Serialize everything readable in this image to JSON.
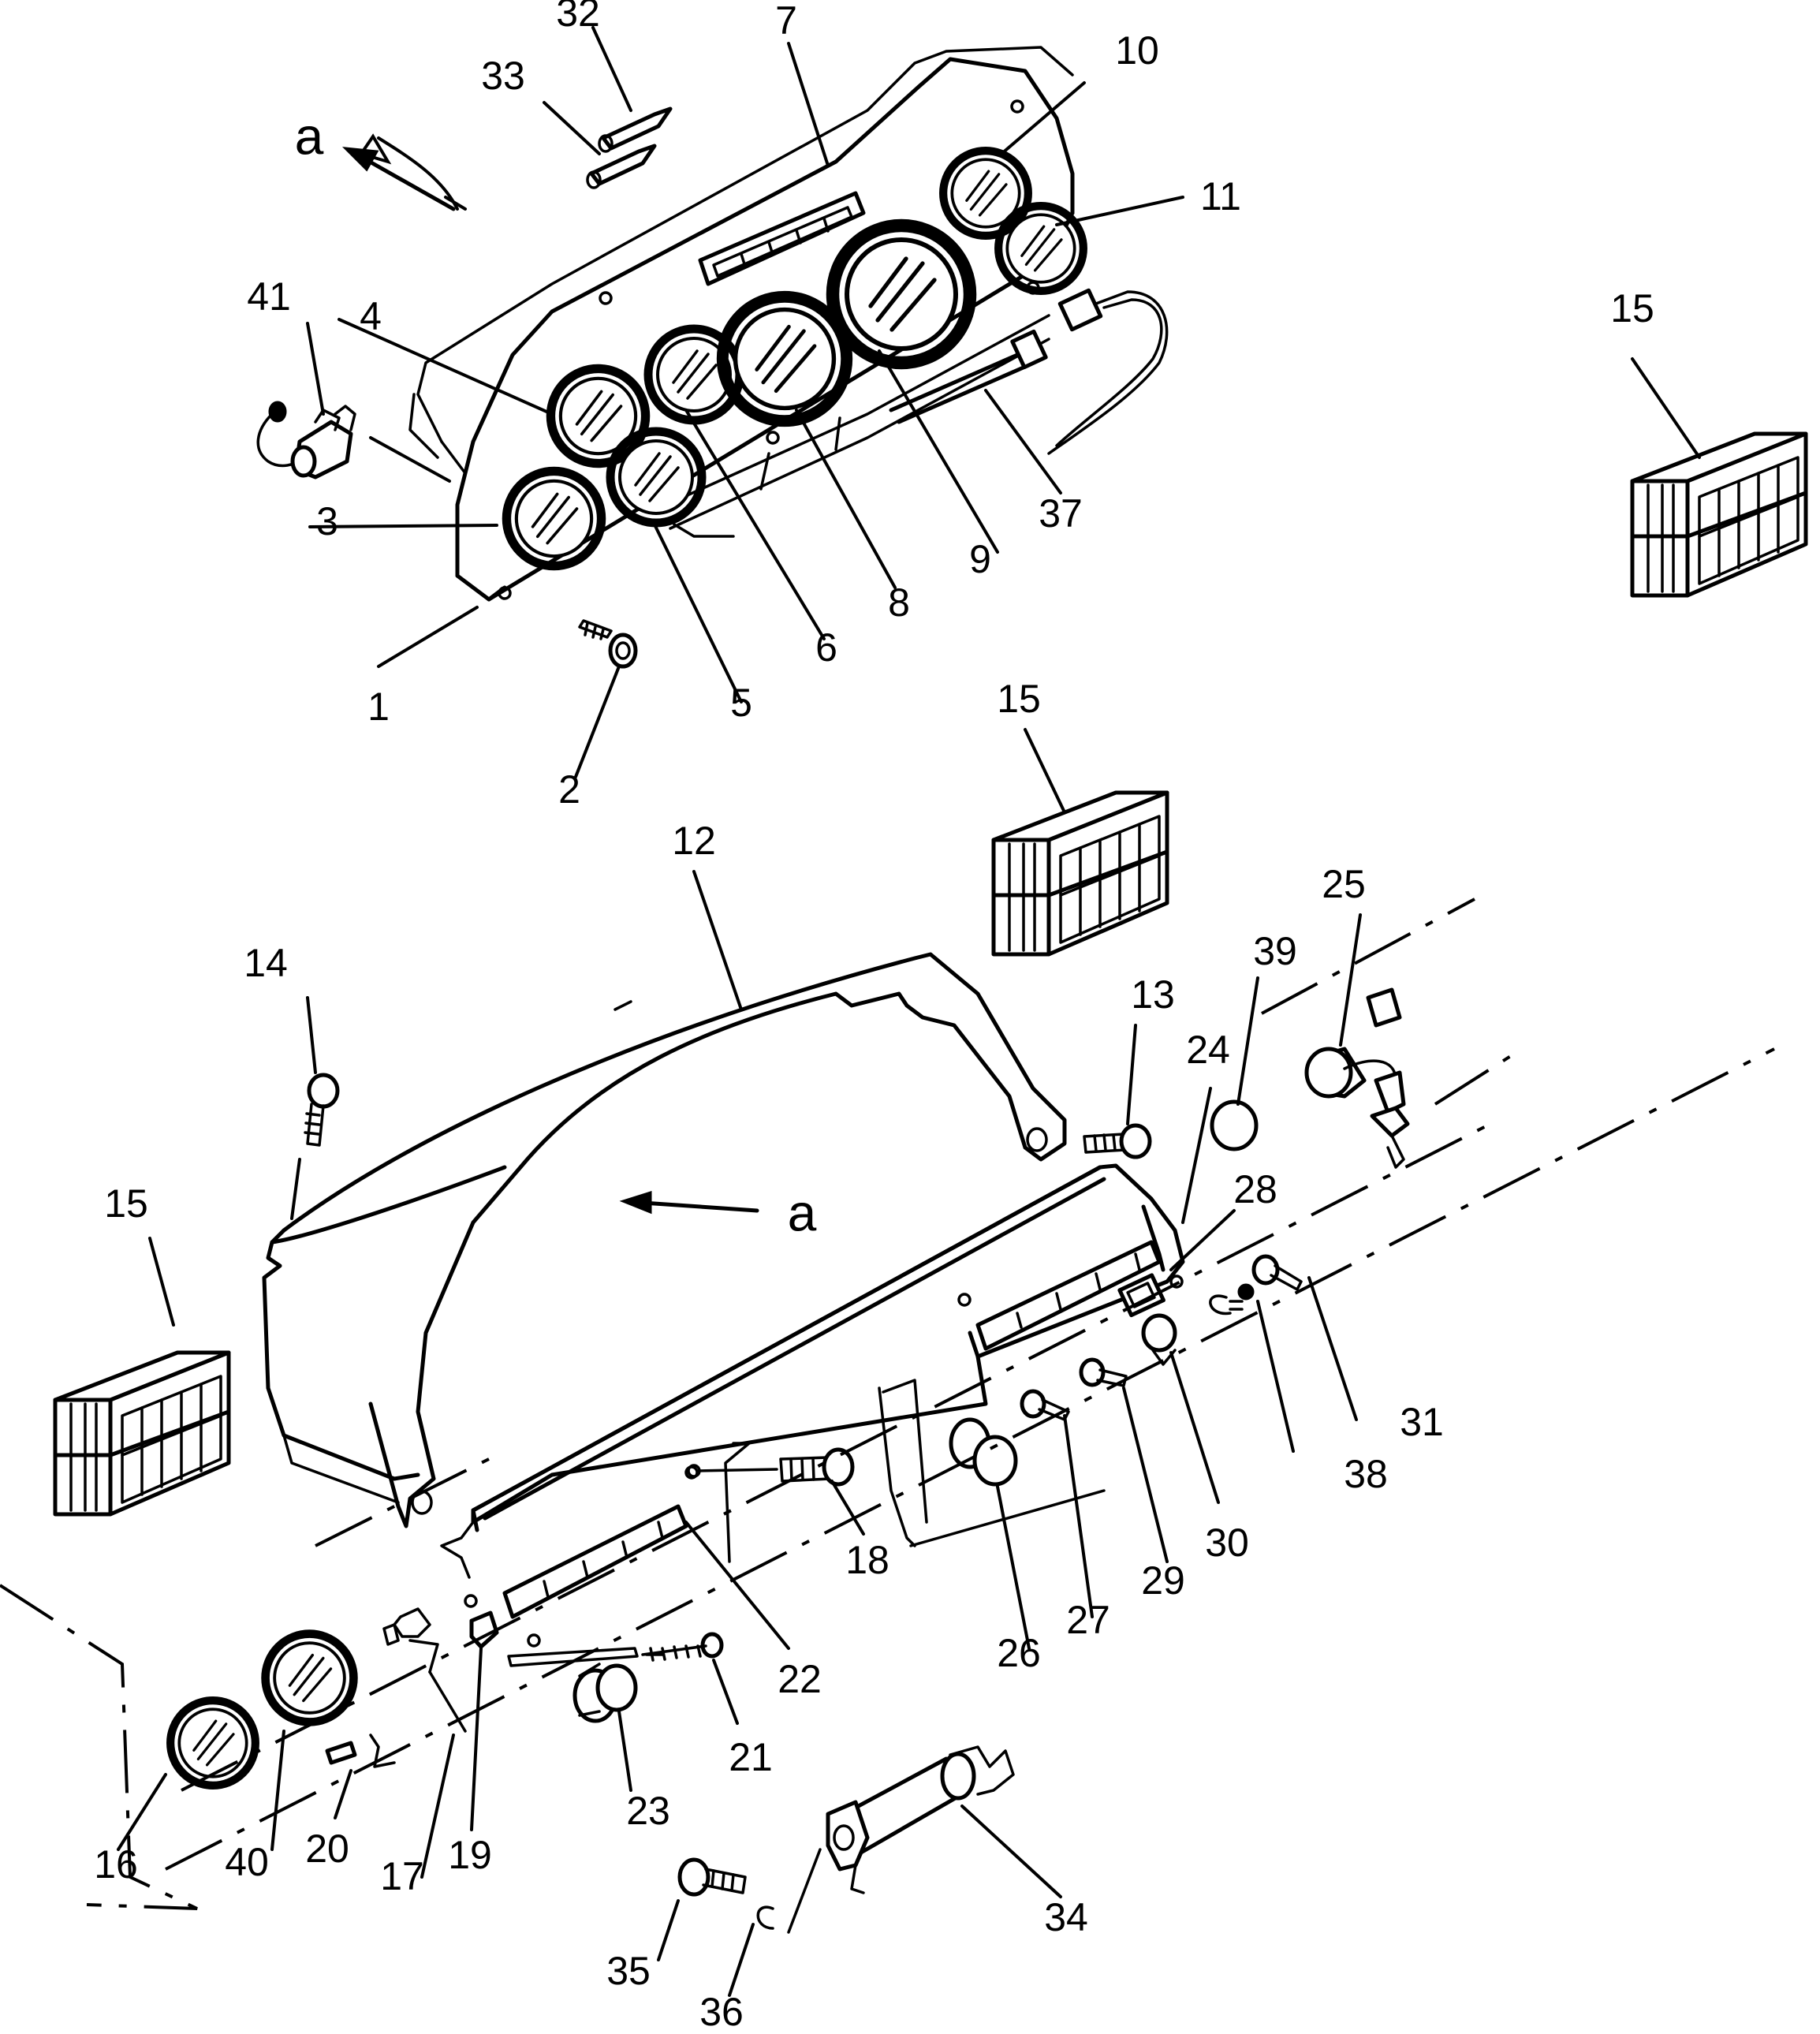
{
  "arrow_label": "a",
  "callouts": [
    {
      "id": "1",
      "text": "1"
    },
    {
      "id": "2",
      "text": "2"
    },
    {
      "id": "3",
      "text": "3"
    },
    {
      "id": "4",
      "text": "4"
    },
    {
      "id": "5",
      "text": "5"
    },
    {
      "id": "6",
      "text": "6"
    },
    {
      "id": "7",
      "text": "7"
    },
    {
      "id": "8",
      "text": "8"
    },
    {
      "id": "9",
      "text": "9"
    },
    {
      "id": "10",
      "text": "10"
    },
    {
      "id": "11",
      "text": "11"
    },
    {
      "id": "12",
      "text": "12"
    },
    {
      "id": "13",
      "text": "13"
    },
    {
      "id": "14",
      "text": "14"
    },
    {
      "id": "15a",
      "text": "15"
    },
    {
      "id": "15b",
      "text": "15"
    },
    {
      "id": "15c",
      "text": "15"
    },
    {
      "id": "16",
      "text": "16"
    },
    {
      "id": "17",
      "text": "17"
    },
    {
      "id": "18",
      "text": "18"
    },
    {
      "id": "19",
      "text": "19"
    },
    {
      "id": "20",
      "text": "20"
    },
    {
      "id": "21",
      "text": "21"
    },
    {
      "id": "22",
      "text": "22"
    },
    {
      "id": "23",
      "text": "23"
    },
    {
      "id": "24",
      "text": "24"
    },
    {
      "id": "25",
      "text": "25"
    },
    {
      "id": "26",
      "text": "26"
    },
    {
      "id": "27",
      "text": "27"
    },
    {
      "id": "28",
      "text": "28"
    },
    {
      "id": "29",
      "text": "29"
    },
    {
      "id": "30",
      "text": "30"
    },
    {
      "id": "31",
      "text": "31"
    },
    {
      "id": "32",
      "text": "32"
    },
    {
      "id": "33",
      "text": "33"
    },
    {
      "id": "34",
      "text": "34"
    },
    {
      "id": "35",
      "text": "35"
    },
    {
      "id": "36",
      "text": "36"
    },
    {
      "id": "37",
      "text": "37"
    },
    {
      "id": "38",
      "text": "38"
    },
    {
      "id": "39",
      "text": "39"
    },
    {
      "id": "40",
      "text": "40"
    },
    {
      "id": "41",
      "text": "41"
    }
  ]
}
